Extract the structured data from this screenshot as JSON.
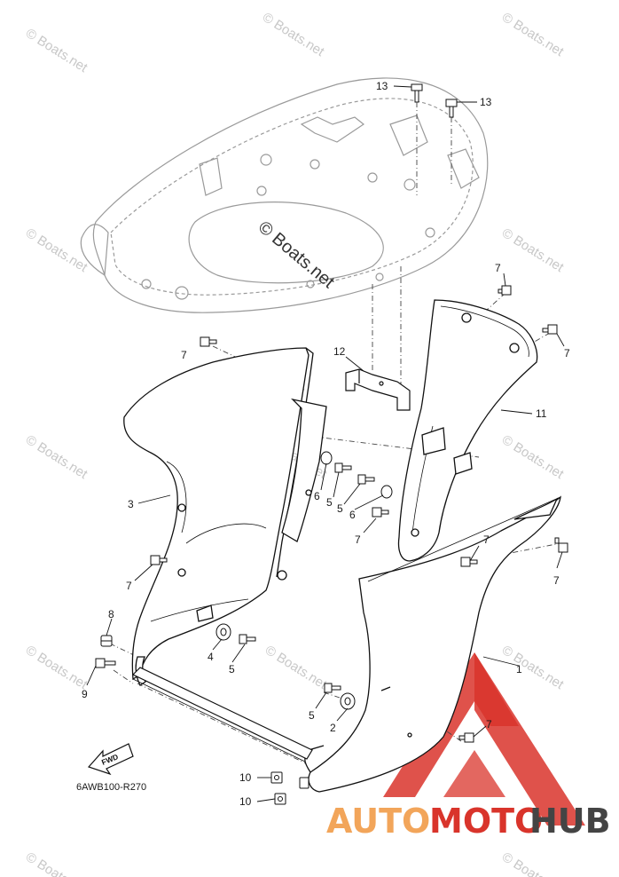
{
  "watermark": {
    "text": "© Boats.net"
  },
  "diagram_code": "6AWB100-R270",
  "fwd_arrow": {
    "text": "FWD"
  },
  "brand": {
    "part1": "AUTO",
    "part2": "MOTO",
    "part3": "HUB",
    "color_orange": "#f2a55a",
    "color_red": "#d9342b",
    "color_dark": "#444444"
  },
  "callouts": {
    "c13a": "13",
    "c13b": "13",
    "c7a": "7",
    "c7b": "7",
    "c7c": "7",
    "c12": "12",
    "c11": "11",
    "c3": "3",
    "c6a": "6",
    "c5a": "5",
    "c5b": "5",
    "c6b": "6",
    "c7d": "7",
    "c7e": "7",
    "c7f": "7",
    "c7g": "7",
    "c8": "8",
    "c4": "4",
    "c5c": "5",
    "c9": "9",
    "c1": "1",
    "c5d": "5",
    "c2": "2",
    "c7h": "7",
    "c10a": "10",
    "c10b": "10"
  }
}
